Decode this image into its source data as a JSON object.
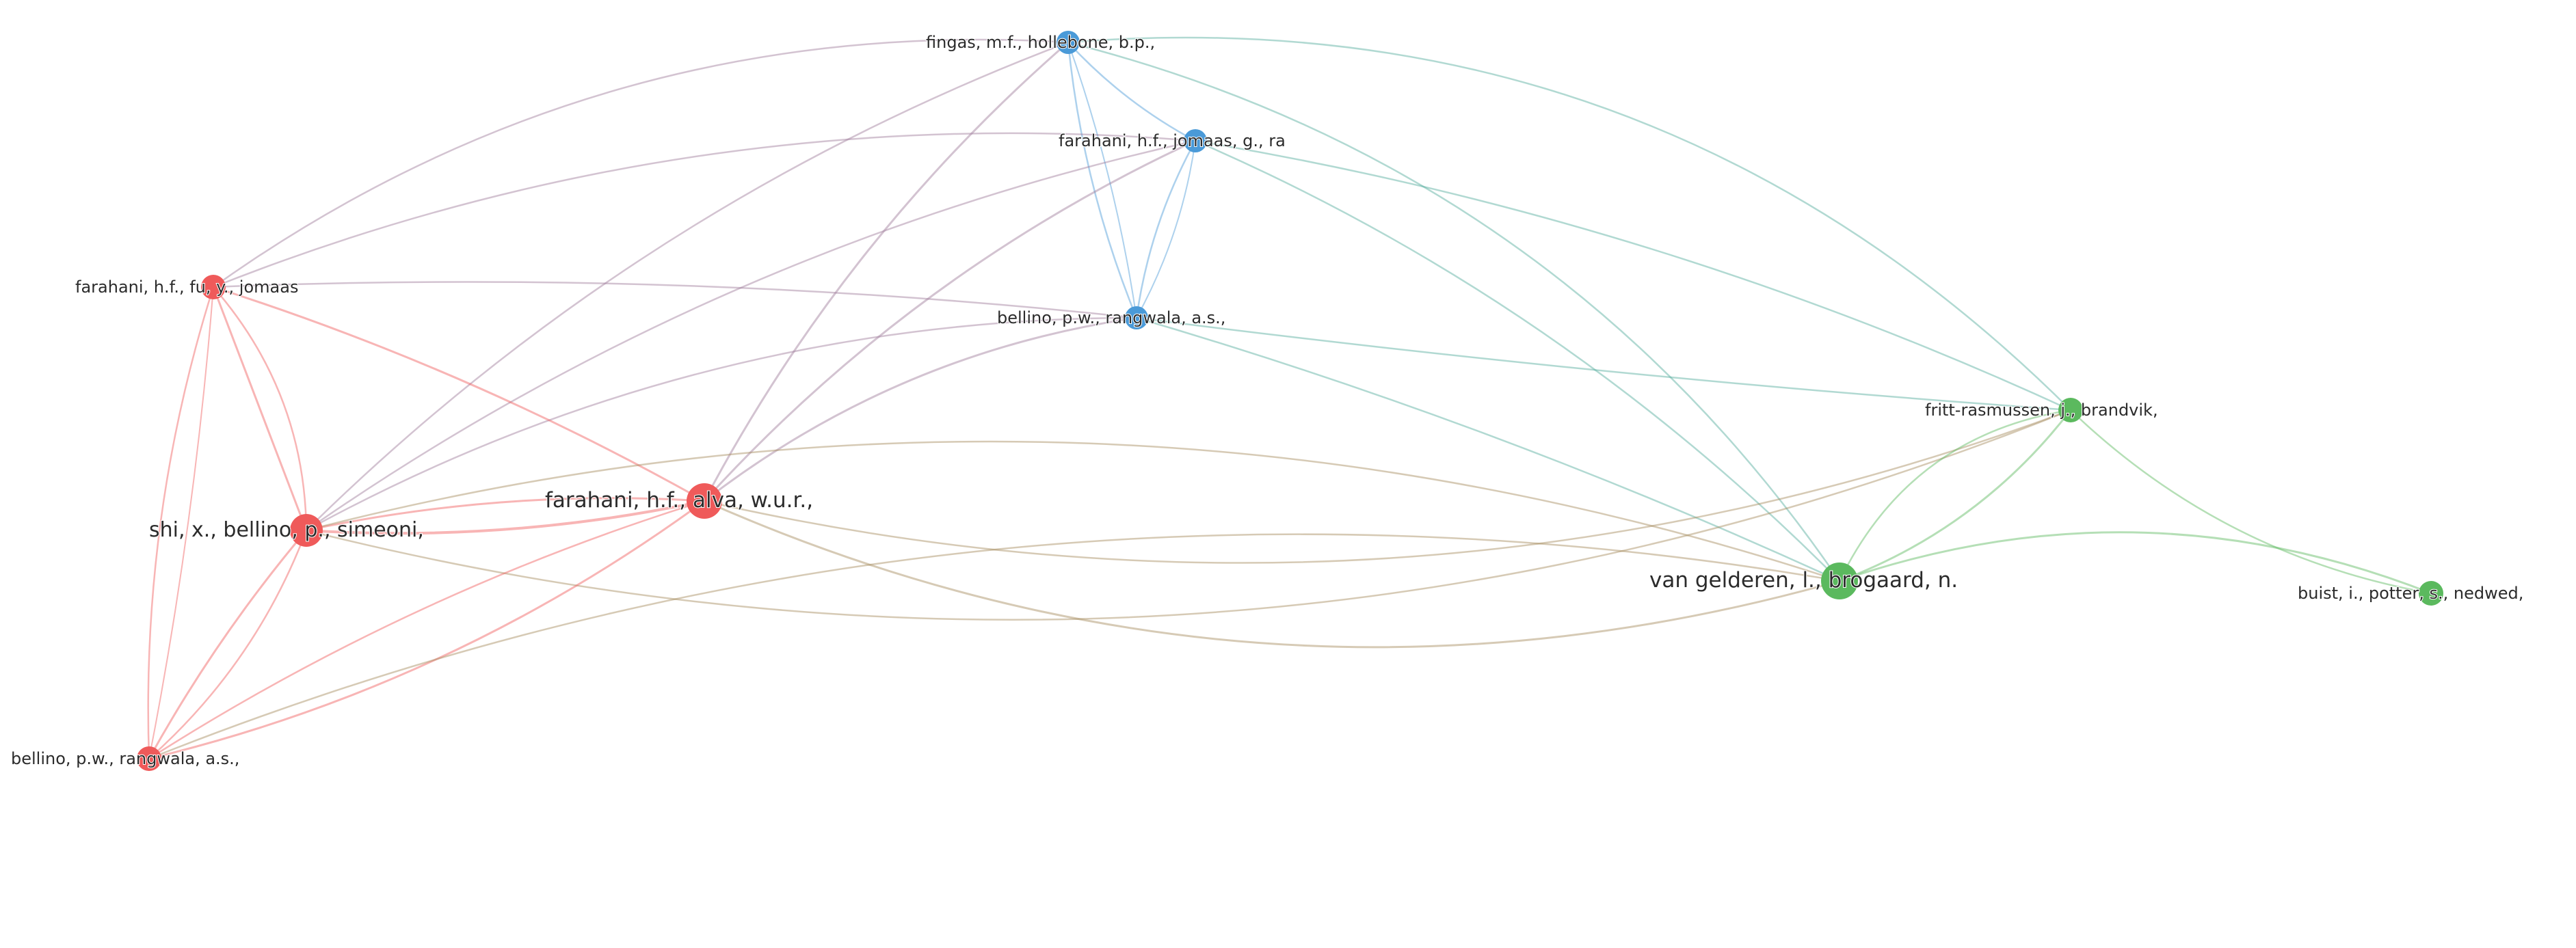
{
  "colors": {
    "cluster_1": "#ef5a5a",
    "cluster_2": "#4a9ad8",
    "cluster_3": "#5bb95e"
  },
  "nodes": [
    {
      "id": "fingas",
      "label": "fingas, m.f., hollebone, b.p.,",
      "cluster": "cluster_2"
    },
    {
      "id": "farahani-jomaas",
      "label": "farahani, h.f., jomaas, g., ra",
      "cluster": "cluster_2"
    },
    {
      "id": "bellino-blue",
      "label": "bellino, p.w., rangwala, a.s.,",
      "cluster": "cluster_2"
    },
    {
      "id": "farahani-fu",
      "label": "farahani, h.f., fu, y., jomaas",
      "cluster": "cluster_1"
    },
    {
      "id": "shi",
      "label": "shi, x., bellino, p., simeoni,",
      "cluster": "cluster_1"
    },
    {
      "id": "farahani-alva",
      "label": "farahani, h.f., alva, w.u.r.,",
      "cluster": "cluster_1"
    },
    {
      "id": "bellino-red",
      "label": "bellino, p.w., rangwala, a.s.,",
      "cluster": "cluster_1"
    },
    {
      "id": "fritt",
      "label": "fritt-rasmussen, j., brandvik,",
      "cluster": "cluster_3"
    },
    {
      "id": "vangelderen",
      "label": "van gelderen, l., brogaard, n.",
      "cluster": "cluster_3"
    },
    {
      "id": "buist",
      "label": "buist, i., potter, s., nedwed,",
      "cluster": "cluster_3"
    }
  ]
}
